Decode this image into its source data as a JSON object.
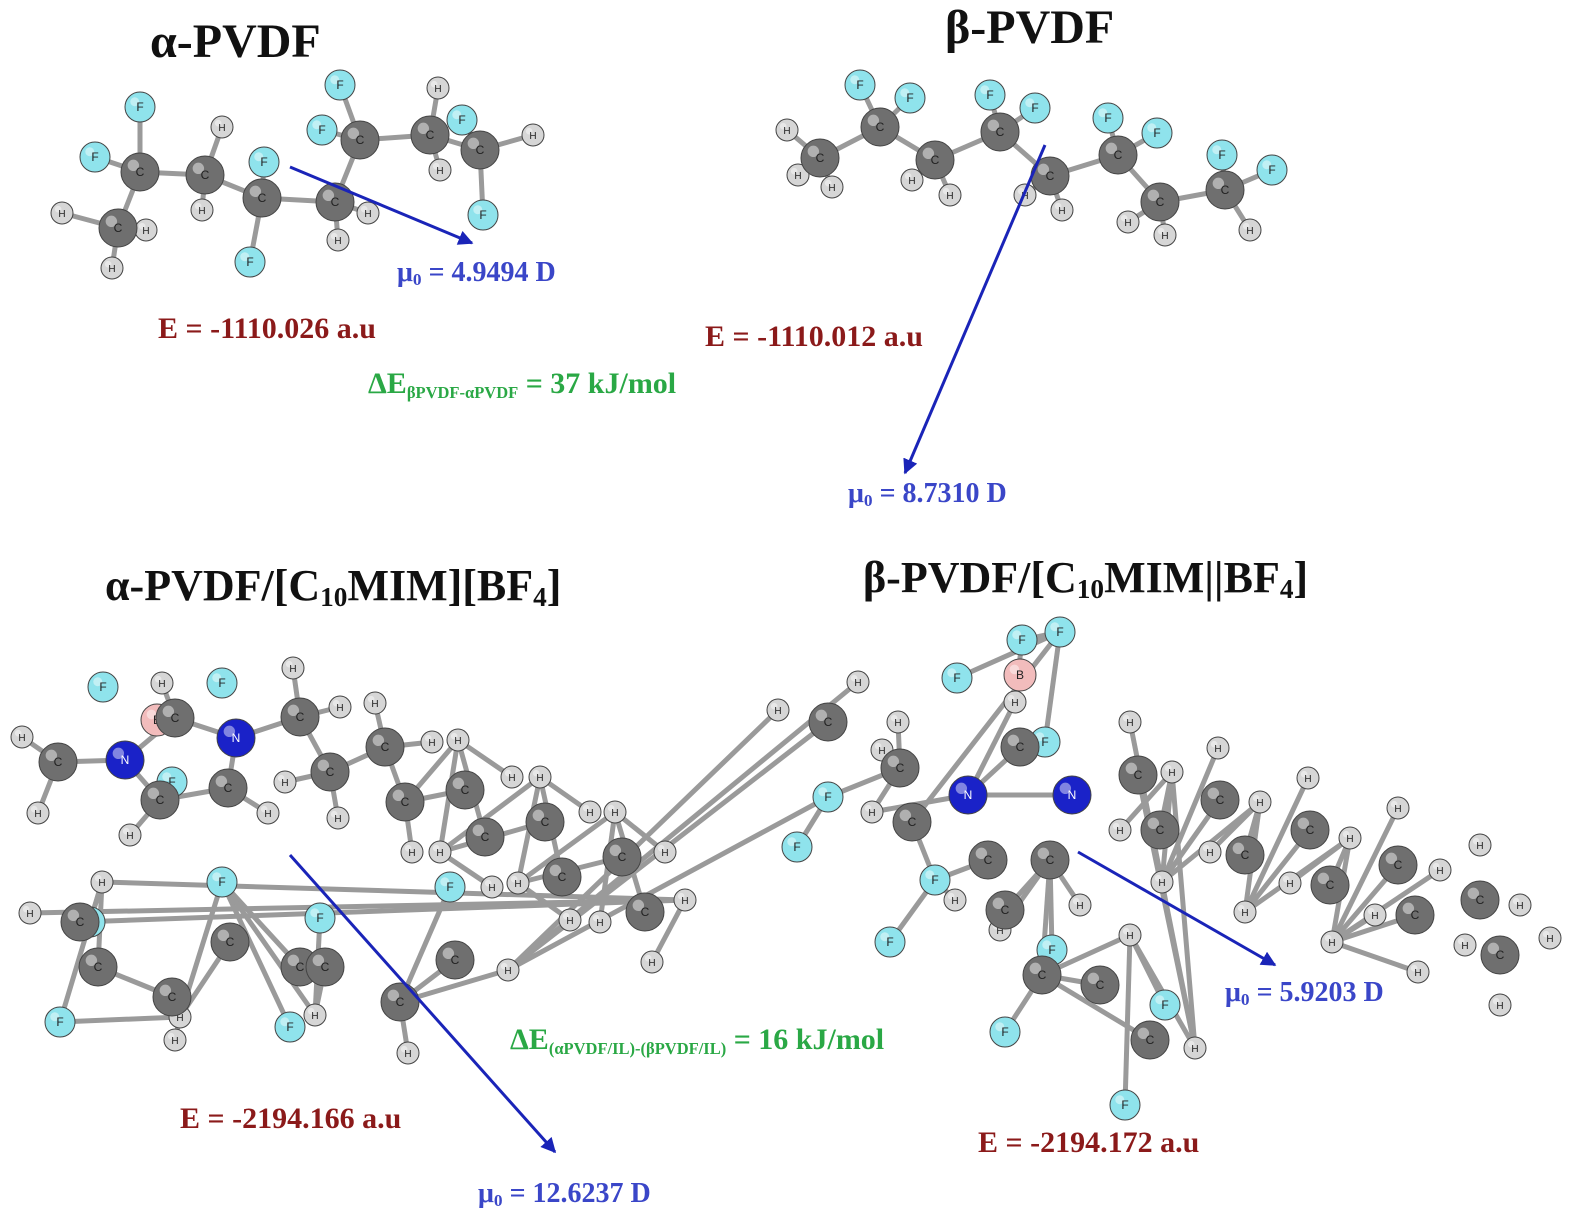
{
  "colors": {
    "carbon": "#6f6f6f",
    "hydrogen": "#d6d6d6",
    "fluorine": "#8fe3ec",
    "nitrogen": "#1a22c8",
    "boron": "#f2bcbc",
    "energy_text": "#8b1a1a",
    "dipole_text": "#3a46c8",
    "delta_text": "#2aa845",
    "arrow": "#1a24b8"
  },
  "panels": [
    {
      "title_prefix": "α-PVDF",
      "title_sub": "",
      "title_mid": "",
      "title_sub2": "",
      "title_end": "",
      "energy": "E = -1110.026 a.u",
      "dipole_sym": "μ",
      "dipole_sub": "0",
      "dipole_value": " = 4.9494 D"
    },
    {
      "title_prefix": "β-PVDF",
      "title_sub": "",
      "title_mid": "",
      "title_sub2": "",
      "title_end": "",
      "energy": "E = -1110.012 a.u",
      "dipole_sym": "μ",
      "dipole_sub": "0",
      "dipole_value": " = 8.7310 D"
    },
    {
      "title_prefix": "α-PVDF/[C",
      "title_sub": "10",
      "title_mid": "MIM][BF",
      "title_sub2": "4",
      "title_end": "]",
      "energy": "E = -2194.166 a.u",
      "dipole_sym": "μ",
      "dipole_sub": "0",
      "dipole_value": " = 12.6237 D"
    },
    {
      "title_prefix": "β-PVDF/[C",
      "title_sub": "10",
      "title_mid": "MIM||BF",
      "title_sub2": "4",
      "title_end": "]",
      "energy": "E = -2194.172 a.u",
      "dipole_sym": "μ",
      "dipole_sub": "0",
      "dipole_value": " = 5.9203 D"
    }
  ],
  "deltas": [
    {
      "main": "ΔE",
      "sub": "βPVDF-αPVDF",
      "rest": " = 37 kJ/mol"
    },
    {
      "main": "ΔE",
      "sub": "(αPVDF/IL)-(βPVDF/IL)",
      "rest": " = 16 kJ/mol"
    }
  ],
  "atom_labels": {
    "C": "C",
    "H": "H",
    "F": "F",
    "N": "N",
    "B": "B"
  }
}
